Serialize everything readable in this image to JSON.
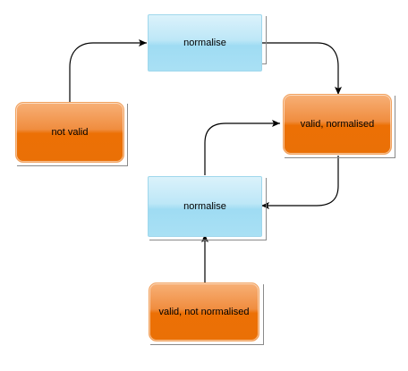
{
  "nodes": {
    "normalise_top": {
      "label": "normalise",
      "color": "#bde7f7"
    },
    "not_valid": {
      "label": "not valid",
      "color": "#ec7005"
    },
    "valid_normalised": {
      "label": "valid, normalised",
      "color": "#ec7005"
    },
    "normalise_middle": {
      "label": "normalise",
      "color": "#bde7f7"
    },
    "valid_not_normalised": {
      "label": "valid, not normalised",
      "color": "#ec7005"
    }
  },
  "colors": {
    "edge": "#000000",
    "state_fill": "#ec7005",
    "action_fill": "#bde7f7"
  }
}
